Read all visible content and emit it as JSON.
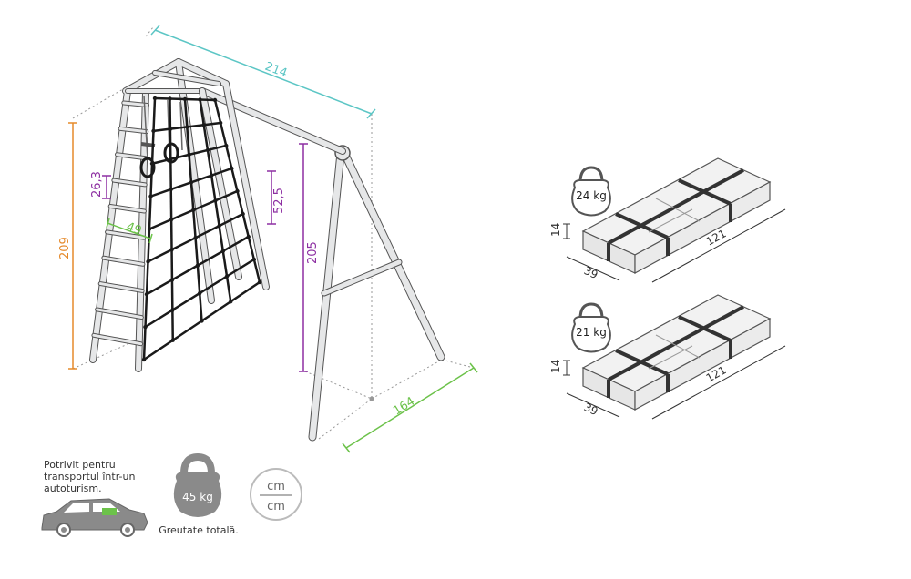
{
  "colors": {
    "teal": "#5cc6c5",
    "orange": "#e58a2b",
    "purple": "#8d2fa2",
    "green": "#6cc24a",
    "frame": "#c9ccce",
    "outline": "#555555",
    "net": "#1a1a1a",
    "box_fill": "#f2f2f2",
    "icon_fill": "#8a8a8a"
  },
  "dimensions": {
    "width": "214",
    "height": "209",
    "beam_height": "205",
    "depth": "164",
    "rung_spacing": "26,3",
    "ladder_width": "49",
    "net_spacing": "52,5"
  },
  "packages": [
    {
      "weight": "24 kg",
      "length": "121",
      "width": "39",
      "height": "14"
    },
    {
      "weight": "21 kg",
      "length": "121",
      "width": "39",
      "height": "14"
    }
  ],
  "footer": {
    "car_text": [
      "Potrivit pentru",
      "transportul într-un",
      "autoturism."
    ],
    "total_weight": "45 kg",
    "total_weight_label": "Greutate totală.",
    "units_top": "cm",
    "units_bottom": "cm"
  }
}
